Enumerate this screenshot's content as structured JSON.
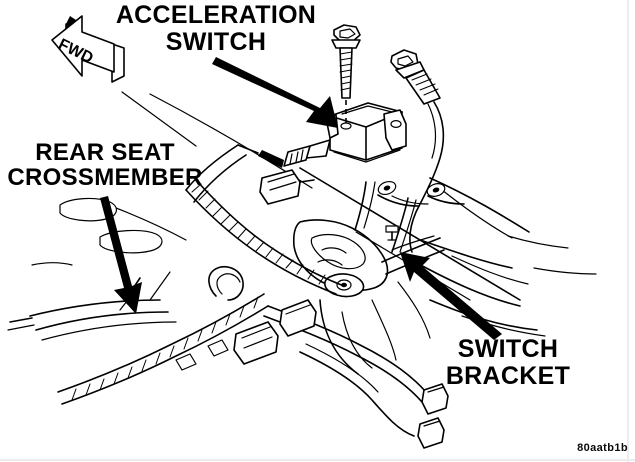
{
  "figure": {
    "kind": "automotive-service-diagram",
    "subject": "Acceleration switch and switch bracket mounting location",
    "background_color": "#ffffff",
    "line_color": "#000000",
    "code": "80aatb1b"
  },
  "labels": {
    "acceleration_switch": "ACCELERATION\nSWITCH",
    "acceleration_switch_line1": "ACCELERATION",
    "acceleration_switch_line2": "SWITCH",
    "rear_seat_crossmember_line1": "REAR SEAT",
    "rear_seat_crossmember_line2": "CROSSMEMBER",
    "switch_bracket_line1": "SWITCH",
    "switch_bracket_line2": "BRACKET",
    "forward_direction": "FWD"
  },
  "callouts": [
    {
      "name": "acceleration-switch",
      "text": "ACCELERATION SWITCH",
      "points_to": "switch body",
      "arrow_direction": "down-right"
    },
    {
      "name": "rear-seat-crossmember",
      "text": "REAR SEAT CROSSMEMBER",
      "points_to": "crossmember panel",
      "arrow_direction": "down"
    },
    {
      "name": "switch-bracket",
      "text": "SWITCH BRACKET",
      "points_to": "bracket",
      "arrow_direction": "up-left"
    }
  ],
  "components": [
    {
      "name": "acceleration-switch-body",
      "type": "sensor"
    },
    {
      "name": "mounting-bolt-left",
      "type": "hex-head-bolt"
    },
    {
      "name": "mounting-bolt-right",
      "type": "hex-head-bolt"
    },
    {
      "name": "switch-bracket",
      "type": "bracket"
    },
    {
      "name": "wiring-harness",
      "type": "harness"
    },
    {
      "name": "convoluted-tubing",
      "type": "harness-loom"
    },
    {
      "name": "electrical-connector",
      "type": "connector"
    },
    {
      "name": "rear-seat-crossmember",
      "type": "body-structure"
    }
  ]
}
